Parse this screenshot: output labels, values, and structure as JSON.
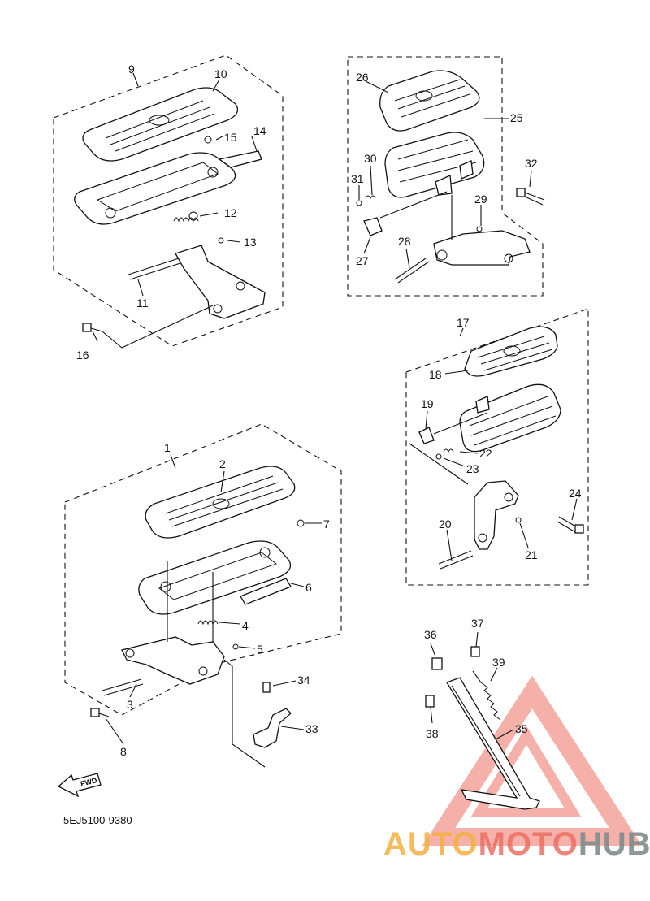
{
  "diagram": {
    "part_code": "5EJ5100-9380",
    "forward_label": "FWD",
    "callouts": [
      {
        "id": "n1",
        "text": "1"
      },
      {
        "id": "n2",
        "text": "2"
      },
      {
        "id": "n3",
        "text": "3"
      },
      {
        "id": "n4",
        "text": "4"
      },
      {
        "id": "n5",
        "text": "5"
      },
      {
        "id": "n6",
        "text": "6"
      },
      {
        "id": "n7",
        "text": "7"
      },
      {
        "id": "n8",
        "text": "8"
      },
      {
        "id": "n9",
        "text": "9"
      },
      {
        "id": "n10",
        "text": "10"
      },
      {
        "id": "n11",
        "text": "11"
      },
      {
        "id": "n12",
        "text": "12"
      },
      {
        "id": "n13",
        "text": "13"
      },
      {
        "id": "n14",
        "text": "14"
      },
      {
        "id": "n15",
        "text": "15"
      },
      {
        "id": "n16",
        "text": "16"
      },
      {
        "id": "n17",
        "text": "17"
      },
      {
        "id": "n18",
        "text": "18"
      },
      {
        "id": "n19",
        "text": "19"
      },
      {
        "id": "n20",
        "text": "20"
      },
      {
        "id": "n21",
        "text": "21"
      },
      {
        "id": "n22",
        "text": "22"
      },
      {
        "id": "n23",
        "text": "23"
      },
      {
        "id": "n24",
        "text": "24"
      },
      {
        "id": "n25",
        "text": "25"
      },
      {
        "id": "n26",
        "text": "26"
      },
      {
        "id": "n27",
        "text": "27"
      },
      {
        "id": "n28",
        "text": "28"
      },
      {
        "id": "n29",
        "text": "29"
      },
      {
        "id": "n30",
        "text": "30"
      },
      {
        "id": "n31",
        "text": "31"
      },
      {
        "id": "n32",
        "text": "32"
      },
      {
        "id": "n33",
        "text": "33"
      },
      {
        "id": "n34",
        "text": "34"
      },
      {
        "id": "n35",
        "text": "35"
      },
      {
        "id": "n36",
        "text": "36"
      },
      {
        "id": "n37",
        "text": "37"
      },
      {
        "id": "n38",
        "text": "38"
      },
      {
        "id": "n39",
        "text": "39"
      }
    ]
  },
  "watermark": {
    "part1": "AUTO",
    "part2": "MOTO",
    "part3": "HUB",
    "color_orange": "#f5b041",
    "color_red": "#ec7063",
    "color_gray": "#7f8c8d"
  }
}
